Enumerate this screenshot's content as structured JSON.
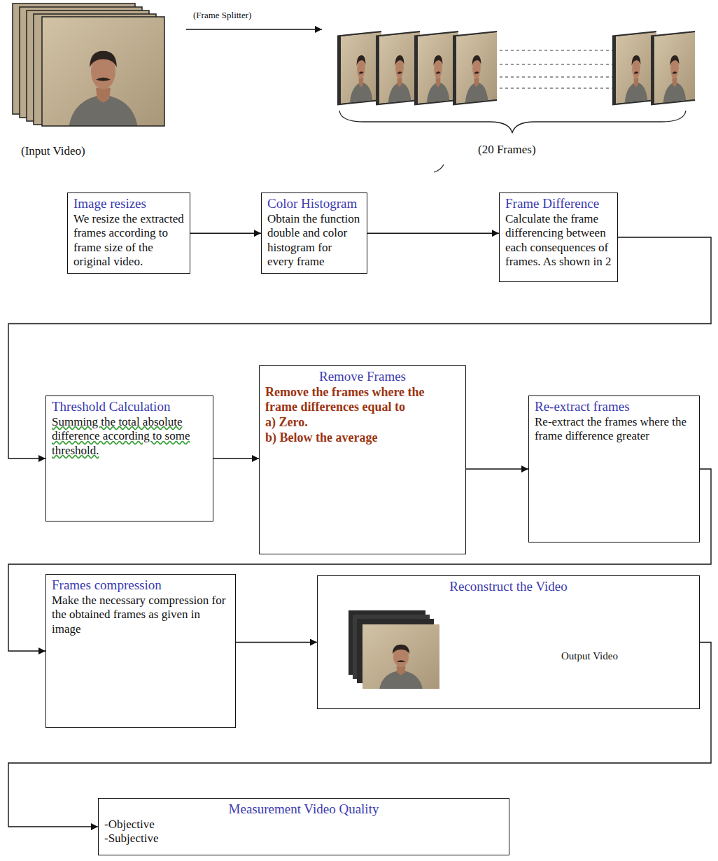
{
  "diagram": {
    "nodes": [
      {
        "text": [
          "Image resizes",
          "We resize the extracted frames according to frame size of the original video."
        ]
      },
      {
        "text": [
          "Color Histogram",
          "Obtain the function double and color histogram for every frame"
        ]
      },
      {
        "text": [
          "Frame Difference",
          "Calculate the frame differencing between each consequences of frames. As shown in 2"
        ]
      },
      {
        "text": [
          "Threshold Calculation",
          "Summing the total absolute difference according to some threshold."
        ]
      },
      {
        "text": [
          "Remove Frames",
          "Remove the frames where the frame differences equal to",
          "a) Zero.",
          "b) Below the average"
        ]
      },
      {
        "text": [
          "Re-extract frames",
          "Re-extract the frames where the frame difference greater"
        ]
      },
      {
        "text": [
          "Frames compression",
          "Make the necessary compression for the obtained frames as given in image"
        ]
      },
      {
        "text": [
          "Reconstruct the Video",
          "Output Video"
        ]
      },
      {
        "text": [
          "Measurement Video Quality",
          "-Objective",
          "-Subjective"
        ]
      }
    ],
    "edges": [
      {
        "from": 0,
        "to": 1,
        "arrow": "to"
      },
      {
        "from": 1,
        "to": 2,
        "arrow": "to"
      },
      {
        "from": 2,
        "to": 3,
        "arrow": "to"
      },
      {
        "from": 3,
        "to": 4,
        "arrow": "to"
      },
      {
        "from": 4,
        "to": 5,
        "arrow": "to"
      },
      {
        "from": 5,
        "to": 6,
        "arrow": "to"
      },
      {
        "from": 6,
        "to": 7,
        "arrow": "to"
      },
      {
        "from": 7,
        "to": 8,
        "arrow": "to"
      }
    ],
    "labels": [
      "(Frame Splitter)",
      "(Input Video)",
      "(20 Frames)"
    ]
  }
}
